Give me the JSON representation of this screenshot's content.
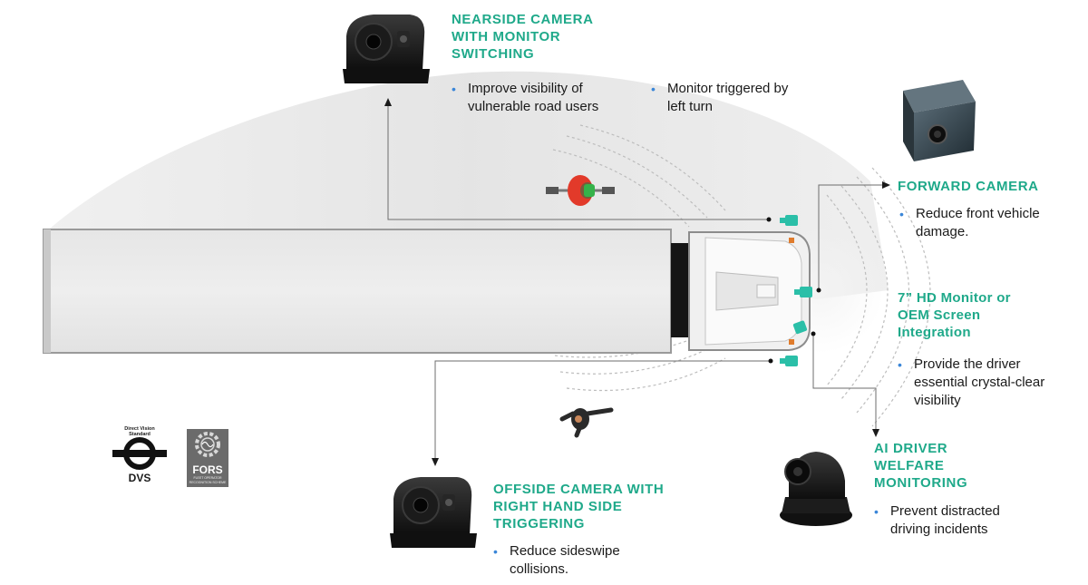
{
  "features": {
    "nearside": {
      "heading": "NEARSIDE CAMERA\nWITH MONITOR\nSWITCHING",
      "bullets": [
        "Improve visibility of\nvulnerable road users",
        "Monitor triggered by\nleft turn"
      ],
      "icon": "side-mount-camera-icon"
    },
    "forward": {
      "heading": "FORWARD CAMERA",
      "bullets": [
        "Reduce front vehicle\ndamage."
      ],
      "icon": "box-camera-icon"
    },
    "monitor": {
      "heading": "7” HD Monitor or\nOEM Screen\nIntegration",
      "bullets": [
        "Provide the driver\nessential crystal-clear\nvisibility"
      ]
    },
    "ai_driver": {
      "heading": "AI DRIVER\nWELFARE\nMONITORING",
      "bullets": [
        "Prevent distracted\ndriving incidents"
      ],
      "icon": "dome-camera-icon"
    },
    "offside": {
      "heading": "OFFSIDE CAMERA WITH\nRIGHT HAND SIDE\nTRIGGERING",
      "bullets": [
        "Reduce sideswipe\ncollisions."
      ],
      "icon": "side-mount-camera-icon"
    }
  },
  "logos": {
    "dvs": {
      "top": "Direct Vision",
      "sub": "Standard",
      "label": "DVS"
    },
    "fors": {
      "label": "FORS",
      "sub": "FLEET OPERATOR\nRECOGNITION SCHEME"
    }
  },
  "colors": {
    "accent": "#1fa98a",
    "bullet": "#3a86d8",
    "camera_marker": "#2bbfa8",
    "cyclist": "#e23a2a"
  },
  "icons": [
    "cyclist-icon",
    "pedestrian-icon",
    "truck-icon",
    "camera-marker-icon"
  ]
}
